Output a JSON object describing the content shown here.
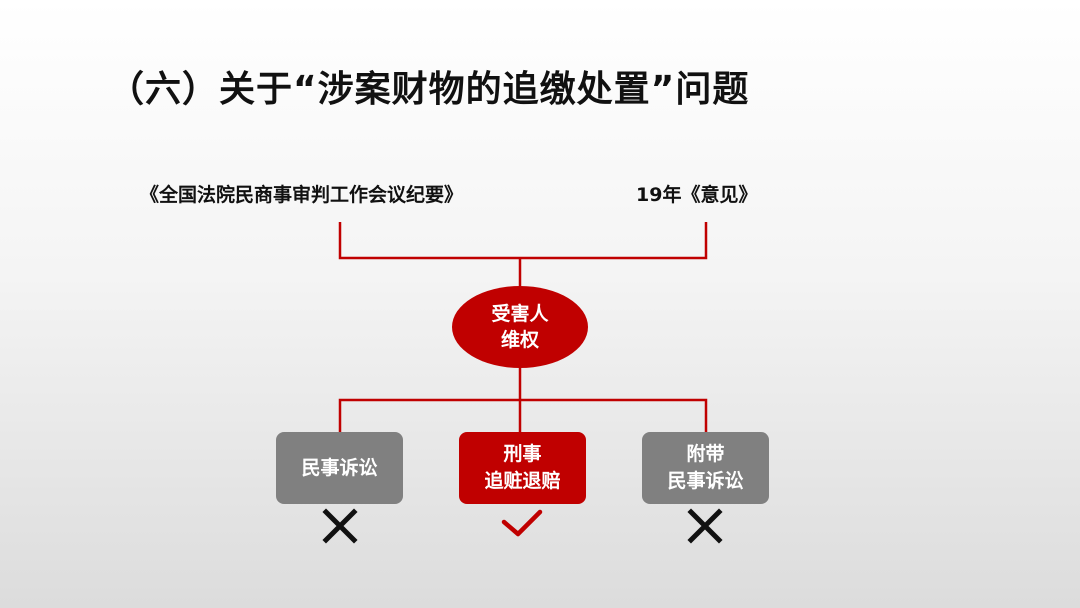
{
  "title": "（六）关于“涉案财物的追缴处置”问题",
  "sources": {
    "left": "《全国法院民商事审判工作会议纪要》",
    "right": "19年《意见》"
  },
  "center_node": {
    "line1": "受害人",
    "line2": "维权"
  },
  "outcomes": [
    {
      "line1": "民事诉讼",
      "line2": "",
      "status": "cross"
    },
    {
      "line1": "刑事",
      "line2": "追赃退赔",
      "status": "check"
    },
    {
      "line1": "附带",
      "line2": "民事诉讼",
      "status": "cross"
    }
  ],
  "colors": {
    "accent": "#c00000",
    "neutral": "#808080",
    "text": "#111111"
  },
  "icons": {
    "cross": "cross-icon",
    "check": "check-icon"
  }
}
